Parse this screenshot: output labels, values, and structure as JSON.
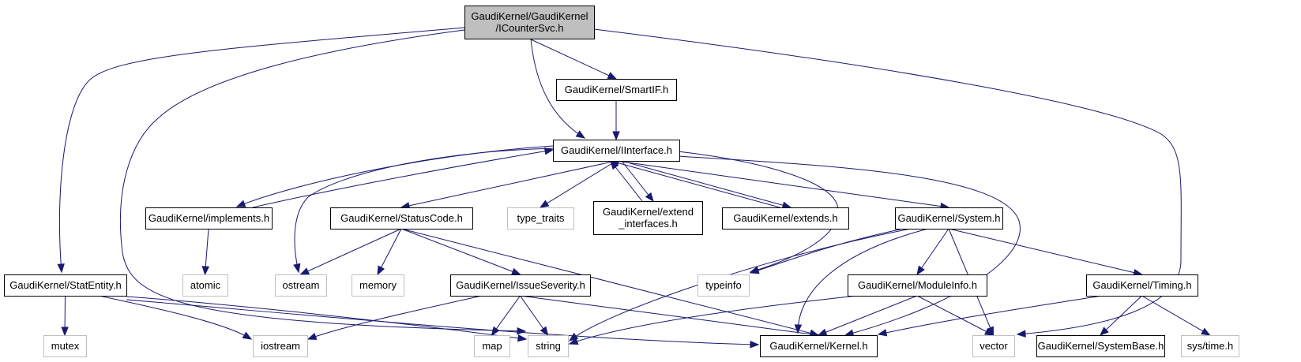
{
  "diagram": {
    "title": "Include dependency graph for GaudiKernel/GaudiKernel/ICounterSvc.h",
    "edge_color": "#191970",
    "root_fill": "#bfbfbf",
    "external_border": "#bfbfbf",
    "nodes": [
      {
        "id": "icountersvc",
        "lines": [
          "GaudiKernel/GaudiKernel",
          "/ICounterSvc.h"
        ],
        "kind": "root"
      },
      {
        "id": "smartif",
        "lines": [
          "GaudiKernel/SmartIF.h"
        ],
        "kind": "file"
      },
      {
        "id": "iinterface",
        "lines": [
          "GaudiKernel/IInterface.h"
        ],
        "kind": "file"
      },
      {
        "id": "implements",
        "lines": [
          "GaudiKernel/implements.h"
        ],
        "kind": "file"
      },
      {
        "id": "statuscode",
        "lines": [
          "GaudiKernel/StatusCode.h"
        ],
        "kind": "file"
      },
      {
        "id": "type_traits",
        "lines": [
          "type_traits"
        ],
        "kind": "external"
      },
      {
        "id": "extend_interfaces",
        "lines": [
          "GaudiKernel/extend",
          "_interfaces.h"
        ],
        "kind": "file"
      },
      {
        "id": "extends",
        "lines": [
          "GaudiKernel/extends.h"
        ],
        "kind": "file"
      },
      {
        "id": "system",
        "lines": [
          "GaudiKernel/System.h"
        ],
        "kind": "file"
      },
      {
        "id": "statentity",
        "lines": [
          "GaudiKernel/StatEntity.h"
        ],
        "kind": "file"
      },
      {
        "id": "atomic",
        "lines": [
          "atomic"
        ],
        "kind": "external"
      },
      {
        "id": "ostream",
        "lines": [
          "ostream"
        ],
        "kind": "external"
      },
      {
        "id": "memory",
        "lines": [
          "memory"
        ],
        "kind": "external"
      },
      {
        "id": "issueseverity",
        "lines": [
          "GaudiKernel/IssueSeverity.h"
        ],
        "kind": "file"
      },
      {
        "id": "typeinfo",
        "lines": [
          "typeinfo"
        ],
        "kind": "external"
      },
      {
        "id": "moduleinfo",
        "lines": [
          "GaudiKernel/ModuleInfo.h"
        ],
        "kind": "file"
      },
      {
        "id": "timing",
        "lines": [
          "GaudiKernel/Timing.h"
        ],
        "kind": "file"
      },
      {
        "id": "mutex",
        "lines": [
          "mutex"
        ],
        "kind": "external"
      },
      {
        "id": "iostream",
        "lines": [
          "iostream"
        ],
        "kind": "external"
      },
      {
        "id": "map",
        "lines": [
          "map"
        ],
        "kind": "external"
      },
      {
        "id": "string",
        "lines": [
          "string"
        ],
        "kind": "external"
      },
      {
        "id": "kernel",
        "lines": [
          "GaudiKernel/Kernel.h"
        ],
        "kind": "file"
      },
      {
        "id": "vector",
        "lines": [
          "vector"
        ],
        "kind": "external"
      },
      {
        "id": "systembase",
        "lines": [
          "GaudiKernel/SystemBase.h"
        ],
        "kind": "file"
      },
      {
        "id": "systime",
        "lines": [
          "sys/time.h"
        ],
        "kind": "external"
      }
    ],
    "edges": [
      [
        "icountersvc",
        "smartif"
      ],
      [
        "icountersvc",
        "iinterface"
      ],
      [
        "icountersvc",
        "statentity"
      ],
      [
        "icountersvc",
        "string"
      ],
      [
        "icountersvc",
        "vector"
      ],
      [
        "smartif",
        "iinterface"
      ],
      [
        "iinterface",
        "implements"
      ],
      [
        "iinterface",
        "statuscode"
      ],
      [
        "iinterface",
        "type_traits"
      ],
      [
        "iinterface",
        "extend_interfaces"
      ],
      [
        "iinterface",
        "extends"
      ],
      [
        "iinterface",
        "system"
      ],
      [
        "iinterface",
        "ostream"
      ],
      [
        "iinterface",
        "typeinfo"
      ],
      [
        "iinterface",
        "kernel"
      ],
      [
        "implements",
        "iinterface"
      ],
      [
        "implements",
        "atomic"
      ],
      [
        "extend_interfaces",
        "iinterface"
      ],
      [
        "extends",
        "iinterface"
      ],
      [
        "statuscode",
        "ostream"
      ],
      [
        "statuscode",
        "memory"
      ],
      [
        "statuscode",
        "issueseverity"
      ],
      [
        "statuscode",
        "kernel"
      ],
      [
        "system",
        "typeinfo"
      ],
      [
        "system",
        "string"
      ],
      [
        "system",
        "kernel"
      ],
      [
        "system",
        "moduleinfo"
      ],
      [
        "system",
        "vector"
      ],
      [
        "system",
        "timing"
      ],
      [
        "statentity",
        "mutex"
      ],
      [
        "statentity",
        "iostream"
      ],
      [
        "statentity",
        "string"
      ],
      [
        "statentity",
        "kernel"
      ],
      [
        "issueseverity",
        "iostream"
      ],
      [
        "issueseverity",
        "map"
      ],
      [
        "issueseverity",
        "string"
      ],
      [
        "issueseverity",
        "kernel"
      ],
      [
        "moduleinfo",
        "string"
      ],
      [
        "moduleinfo",
        "kernel"
      ],
      [
        "moduleinfo",
        "vector"
      ],
      [
        "timing",
        "kernel"
      ],
      [
        "timing",
        "systembase"
      ],
      [
        "timing",
        "systime"
      ]
    ]
  }
}
